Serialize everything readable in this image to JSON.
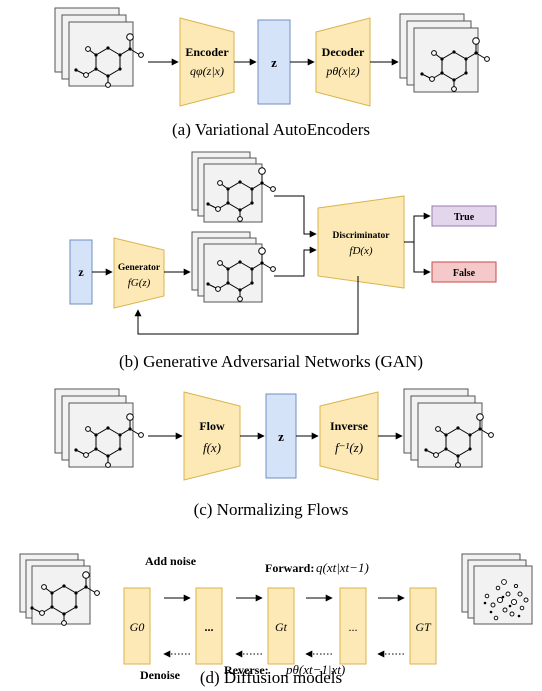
{
  "colors": {
    "yellow_fill": "#fde9b6",
    "yellow_stroke": "#d9b34b",
    "blue_fill": "#d4e3f8",
    "blue_stroke": "#6f8fc2",
    "purple_fill": "#e2d5ec",
    "purple_stroke": "#9a7bb0",
    "red_fill": "#f5c9c9",
    "red_stroke": "#c94a4a"
  },
  "vae": {
    "encoder_label": "Encoder",
    "encoder_formula": "qφ(z|x)",
    "latent_label": "z",
    "decoder_label": "Decoder",
    "decoder_formula": "pθ(x|z)",
    "caption": "(a) Variational AutoEncoders"
  },
  "gan": {
    "latent_label": "z",
    "generator_label": "Generator",
    "generator_formula": "fG(z)",
    "discriminator_label": "Discriminator",
    "discriminator_formula": "fD(x)",
    "true_label": "True",
    "false_label": "False",
    "caption": "(b) Generative Adversarial Networks (GAN)"
  },
  "flow": {
    "flow_label": "Flow",
    "flow_formula": "f(x)",
    "latent_label": "z",
    "inverse_label": "Inverse",
    "inverse_formula": "f⁻¹(z)",
    "caption": "(c) Normalizing Flows"
  },
  "diffusion": {
    "add_noise_label": "Add noise",
    "forward_label": "Forward:",
    "forward_formula": "q(xt|xt−1)",
    "denoise_label": "Denoise",
    "reverse_label": "Reverse:",
    "reverse_formula": "pθ(xt−1|xt)",
    "g0_label": "G0",
    "dots1_label": "...",
    "gt_label": "Gt",
    "dots2_label": "...",
    "gT_label": "GT",
    "caption": "(d) Diffusion models"
  }
}
